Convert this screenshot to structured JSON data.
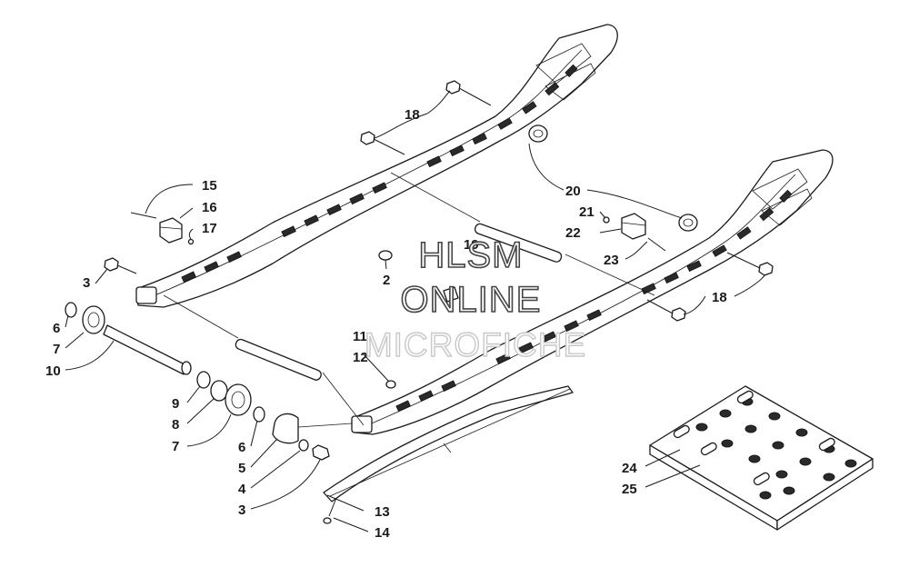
{
  "callouts": [
    {
      "id": "c15",
      "text": "15"
    },
    {
      "id": "c16",
      "text": "16"
    },
    {
      "id": "c17",
      "text": "17"
    },
    {
      "id": "c3a",
      "text": "3"
    },
    {
      "id": "c6a",
      "text": "6"
    },
    {
      "id": "c7a",
      "text": "7"
    },
    {
      "id": "c10",
      "text": "10"
    },
    {
      "id": "c9",
      "text": "9"
    },
    {
      "id": "c8",
      "text": "8"
    },
    {
      "id": "c7b",
      "text": "7"
    },
    {
      "id": "c6b",
      "text": "6"
    },
    {
      "id": "c5",
      "text": "5"
    },
    {
      "id": "c4",
      "text": "4"
    },
    {
      "id": "c3b",
      "text": "3"
    },
    {
      "id": "c18a",
      "text": "18"
    },
    {
      "id": "c18b",
      "text": "18"
    },
    {
      "id": "c20",
      "text": "20"
    },
    {
      "id": "c21",
      "text": "21"
    },
    {
      "id": "c22",
      "text": "22"
    },
    {
      "id": "c23",
      "text": "23"
    },
    {
      "id": "c19",
      "text": "19"
    },
    {
      "id": "c2",
      "text": "2"
    },
    {
      "id": "c11",
      "text": "11"
    },
    {
      "id": "c12",
      "text": "12"
    },
    {
      "id": "c13",
      "text": "13"
    },
    {
      "id": "c14",
      "text": "14"
    },
    {
      "id": "c24",
      "text": "24"
    },
    {
      "id": "c25",
      "text": "25"
    }
  ],
  "watermark": {
    "line1": "HLSM",
    "line2": "ONLINE",
    "line3": "MICROFICHE"
  }
}
